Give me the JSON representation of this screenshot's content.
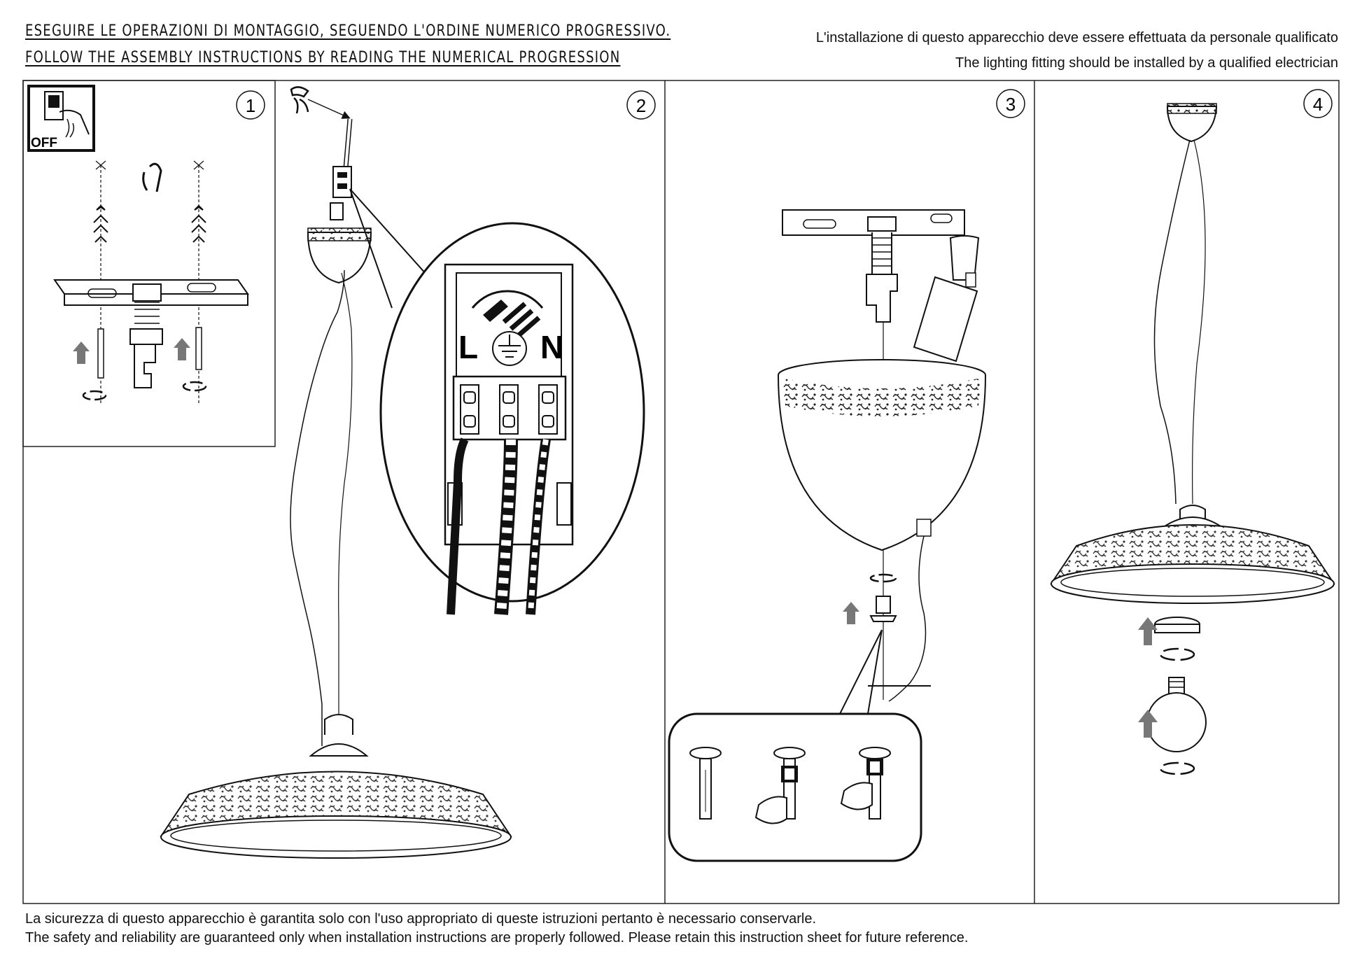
{
  "header": {
    "instruction_it": "ESEGUIRE LE OPERAZIONI DI MONTAGGIO, SEGUENDO L'ORDINE NUMERICO PROGRESSIVO.",
    "instruction_en": "FOLLOW THE ASSEMBLY INSTRUCTIONS BY READING THE NUMERICAL PROGRESSION",
    "warning_it": "L'installazione di questo apparecchio deve essere effettuata da personale qualificato",
    "warning_en": "The lighting fitting should be installed by a qualified electrician"
  },
  "steps": [
    "1",
    "2",
    "3",
    "4"
  ],
  "switch_label": "OFF",
  "terminal": {
    "live": "L",
    "neutral": "N"
  },
  "footer": {
    "safety_it": "La sicurezza di questo apparecchio è garantita solo con l'uso appropriato di queste istruzioni pertanto è necessario conservarle.",
    "safety_en": "The safety and reliability are guaranteed only when installation instructions are properly followed. Please retain this instruction sheet for future reference."
  },
  "icons": [
    "switch-off-icon",
    "ground-symbol-icon",
    "up-arrow-icon",
    "rotate-icon",
    "screwdriver-icon",
    "hand-icon",
    "bulb-icon"
  ]
}
